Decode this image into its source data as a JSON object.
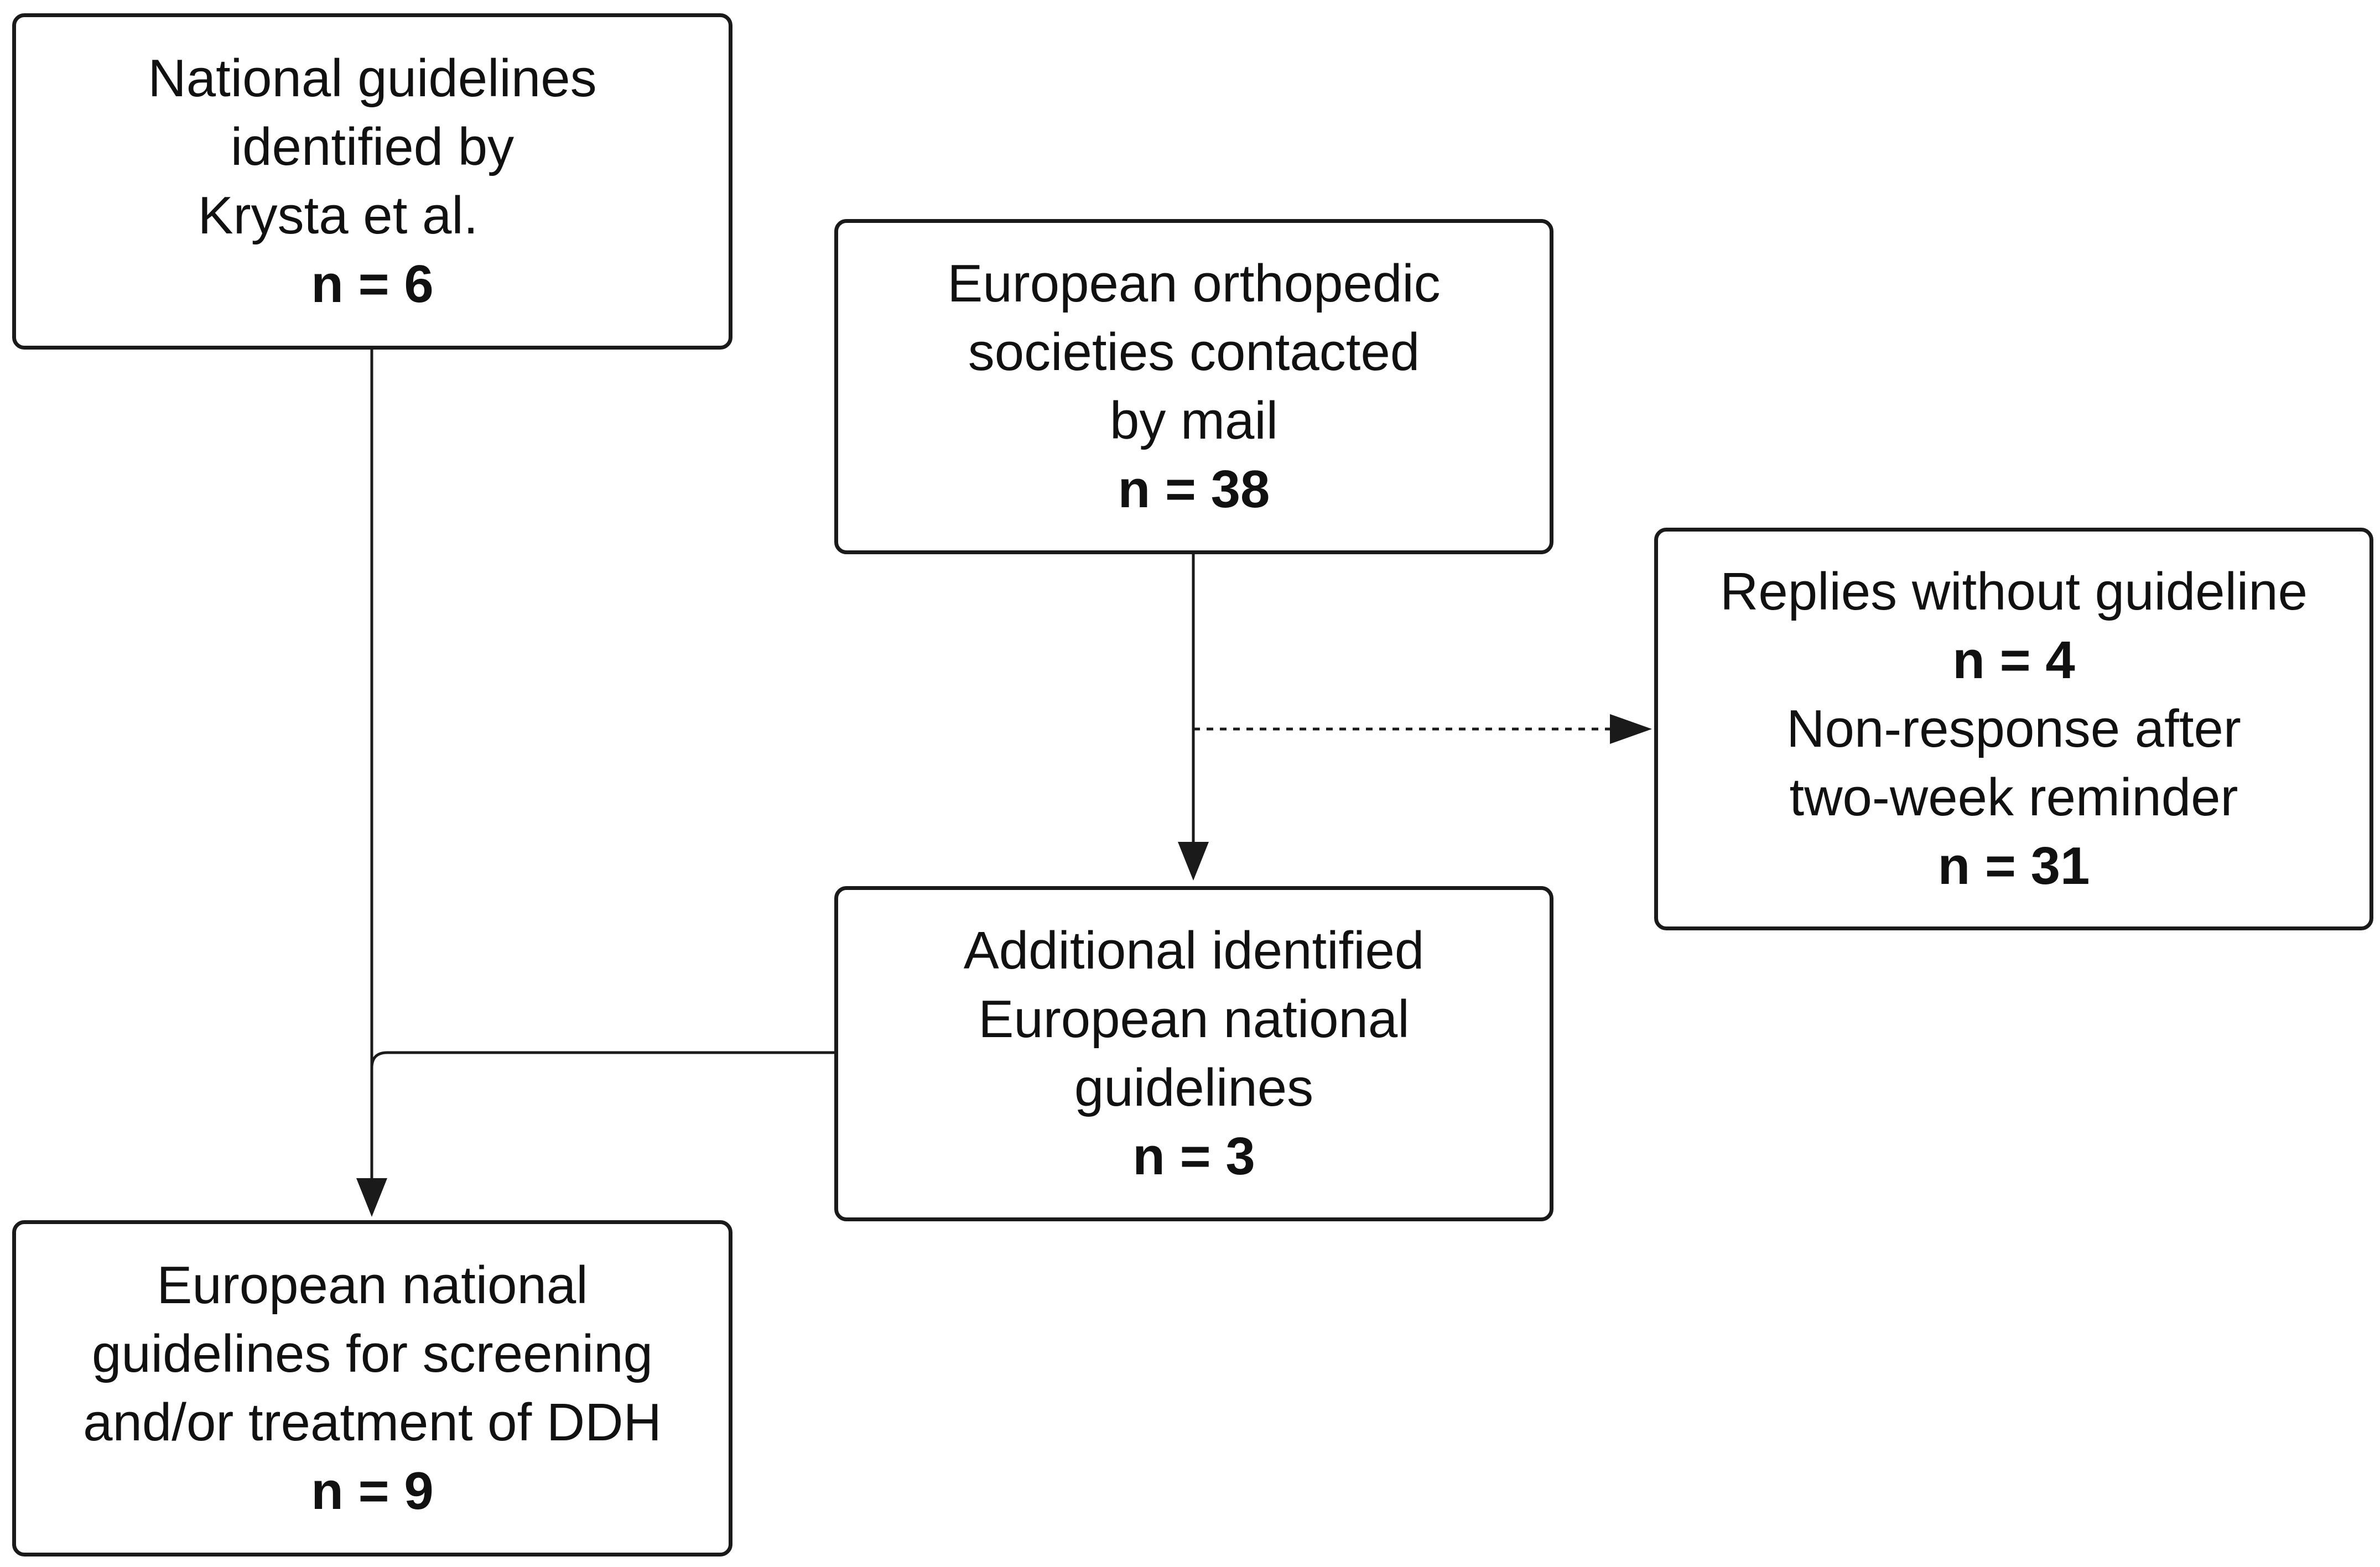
{
  "flowchart": {
    "box_krysta": {
      "lines": [
        "National guidelines",
        "identified by",
        "Krysta et al."
      ],
      "count": "n = 6"
    },
    "box_societies": {
      "lines": [
        "European orthopedic",
        "societies contacted",
        "by mail"
      ],
      "count": "n = 38"
    },
    "box_replies": {
      "line1": "Replies without guideline",
      "count1": "n = 4",
      "line2": "Non-response after",
      "line3": "two-week reminder",
      "count2": "n = 31"
    },
    "box_additional": {
      "lines": [
        "Additional identified",
        "European national",
        "guidelines"
      ],
      "count": "n = 3"
    },
    "box_final": {
      "lines": [
        "European national",
        "guidelines for screening",
        "and/or treatment of DDH"
      ],
      "count": "n = 9"
    }
  },
  "colors": {
    "stroke": "#1a1a1a",
    "text": "#111111",
    "background": "#ffffff"
  }
}
